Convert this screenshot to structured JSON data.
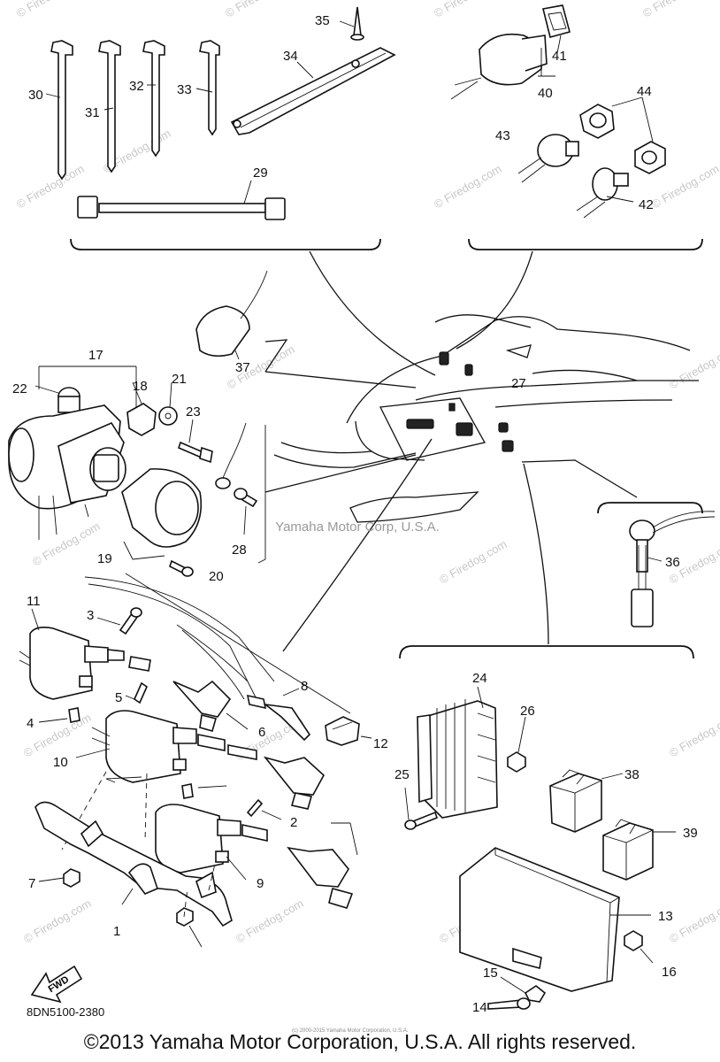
{
  "watermarks": [
    "© Firedog.com"
  ],
  "manufacturer_credit": "Yamaha Motor Corp, U.S.A.",
  "fwd_label": "FWD",
  "diagram_code": "8DN5100-2380",
  "copyright": "©2013 Yamaha Motor Corporation, U.S.A. All rights reserved.",
  "fine_print": "(c) 2000-2015 Yamaha Motor Corporation, U.S.A.",
  "callouts": [
    "1",
    "2",
    "3",
    "4",
    "5",
    "6",
    "7",
    "8",
    "9",
    "10",
    "11",
    "12",
    "13",
    "14",
    "15",
    "16",
    "17",
    "18",
    "19",
    "20",
    "21",
    "22",
    "23",
    "24",
    "25",
    "26",
    "27",
    "28",
    "29",
    "30",
    "31",
    "32",
    "33",
    "34",
    "35",
    "36",
    "37",
    "38",
    "39",
    "40",
    "41",
    "42",
    "43",
    "44"
  ]
}
